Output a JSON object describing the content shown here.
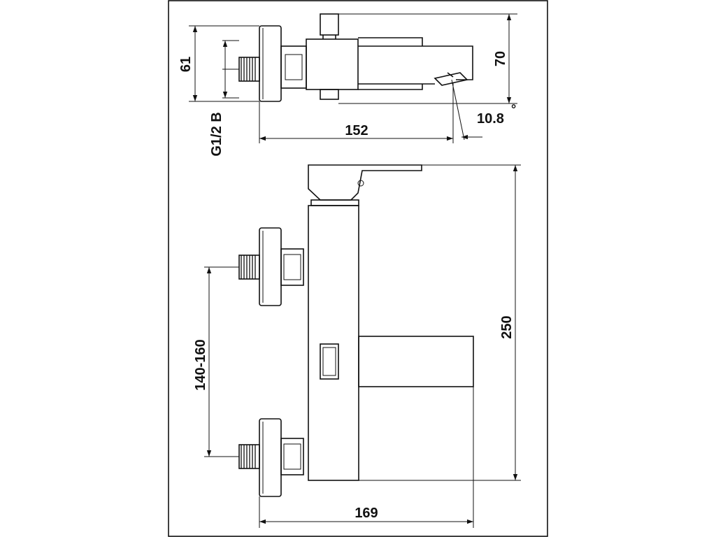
{
  "drawing": {
    "top_view": {
      "inlet_height": "61",
      "thread": "G1/2 B",
      "spout_height": "70",
      "projection": "152",
      "spout_angle": "10.8",
      "degree_symbol": "°"
    },
    "front_view": {
      "inlet_spacing": "140-160",
      "overall_height": "250",
      "overall_width": "169"
    }
  }
}
